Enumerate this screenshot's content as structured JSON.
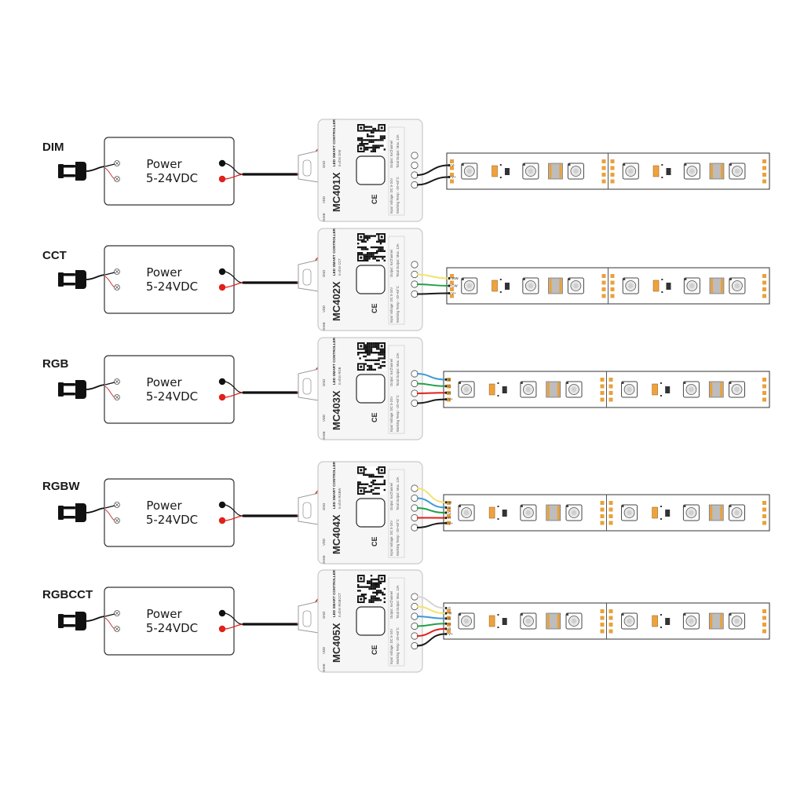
{
  "power_supply": {
    "label_line1": "Power",
    "label_line2": "5-24VDC"
  },
  "controller_common": {
    "port_gnd": "GND",
    "port_vdd": "VDD",
    "vdd_symbol": "⊖⊖⊕",
    "product_line": "LED SMART CONTROLLER",
    "output_line": "Output: 6xChannel",
    "rated_line": "Total Output: Max. 12A",
    "input_line": "Input Voltage: DC 5-24V",
    "temp_line": "Working Temp: -20~60°C",
    "ce_mark": "CE",
    "wire_colors": {
      "white": "#d6d6d6",
      "warm_white": "#f2e36b",
      "cold_white": "#d9d9d9",
      "red": "#e0201b",
      "green": "#22a04a",
      "blue": "#3b9bd6",
      "black": "#1a1a1a"
    }
  },
  "rows": [
    {
      "title": "DIM",
      "model": "MC401X",
      "mode": "Ir=rbm DIM",
      "pins": [
        "V-",
        "V+"
      ]
    },
    {
      "title": "CCT",
      "model": "MC402X",
      "mode": "Ir=rbm CCT",
      "pins": [
        "WW",
        "CW",
        "V+"
      ]
    },
    {
      "title": "RGB",
      "model": "MC403X",
      "mode": "Ir=rbm RGB",
      "pins": [
        "B",
        "G",
        "R",
        "V+"
      ]
    },
    {
      "title": "RGBW",
      "model": "MC404X",
      "mode": "Ir=rbm RGBW",
      "pins": [
        "W",
        "B",
        "G",
        "R",
        "V+"
      ]
    },
    {
      "title": "RGBCCT",
      "model": "MC405X",
      "mode": "Ir=rbm RGBCCT",
      "pins": [
        "C",
        "W",
        "B",
        "G",
        "R",
        "V+"
      ]
    }
  ]
}
